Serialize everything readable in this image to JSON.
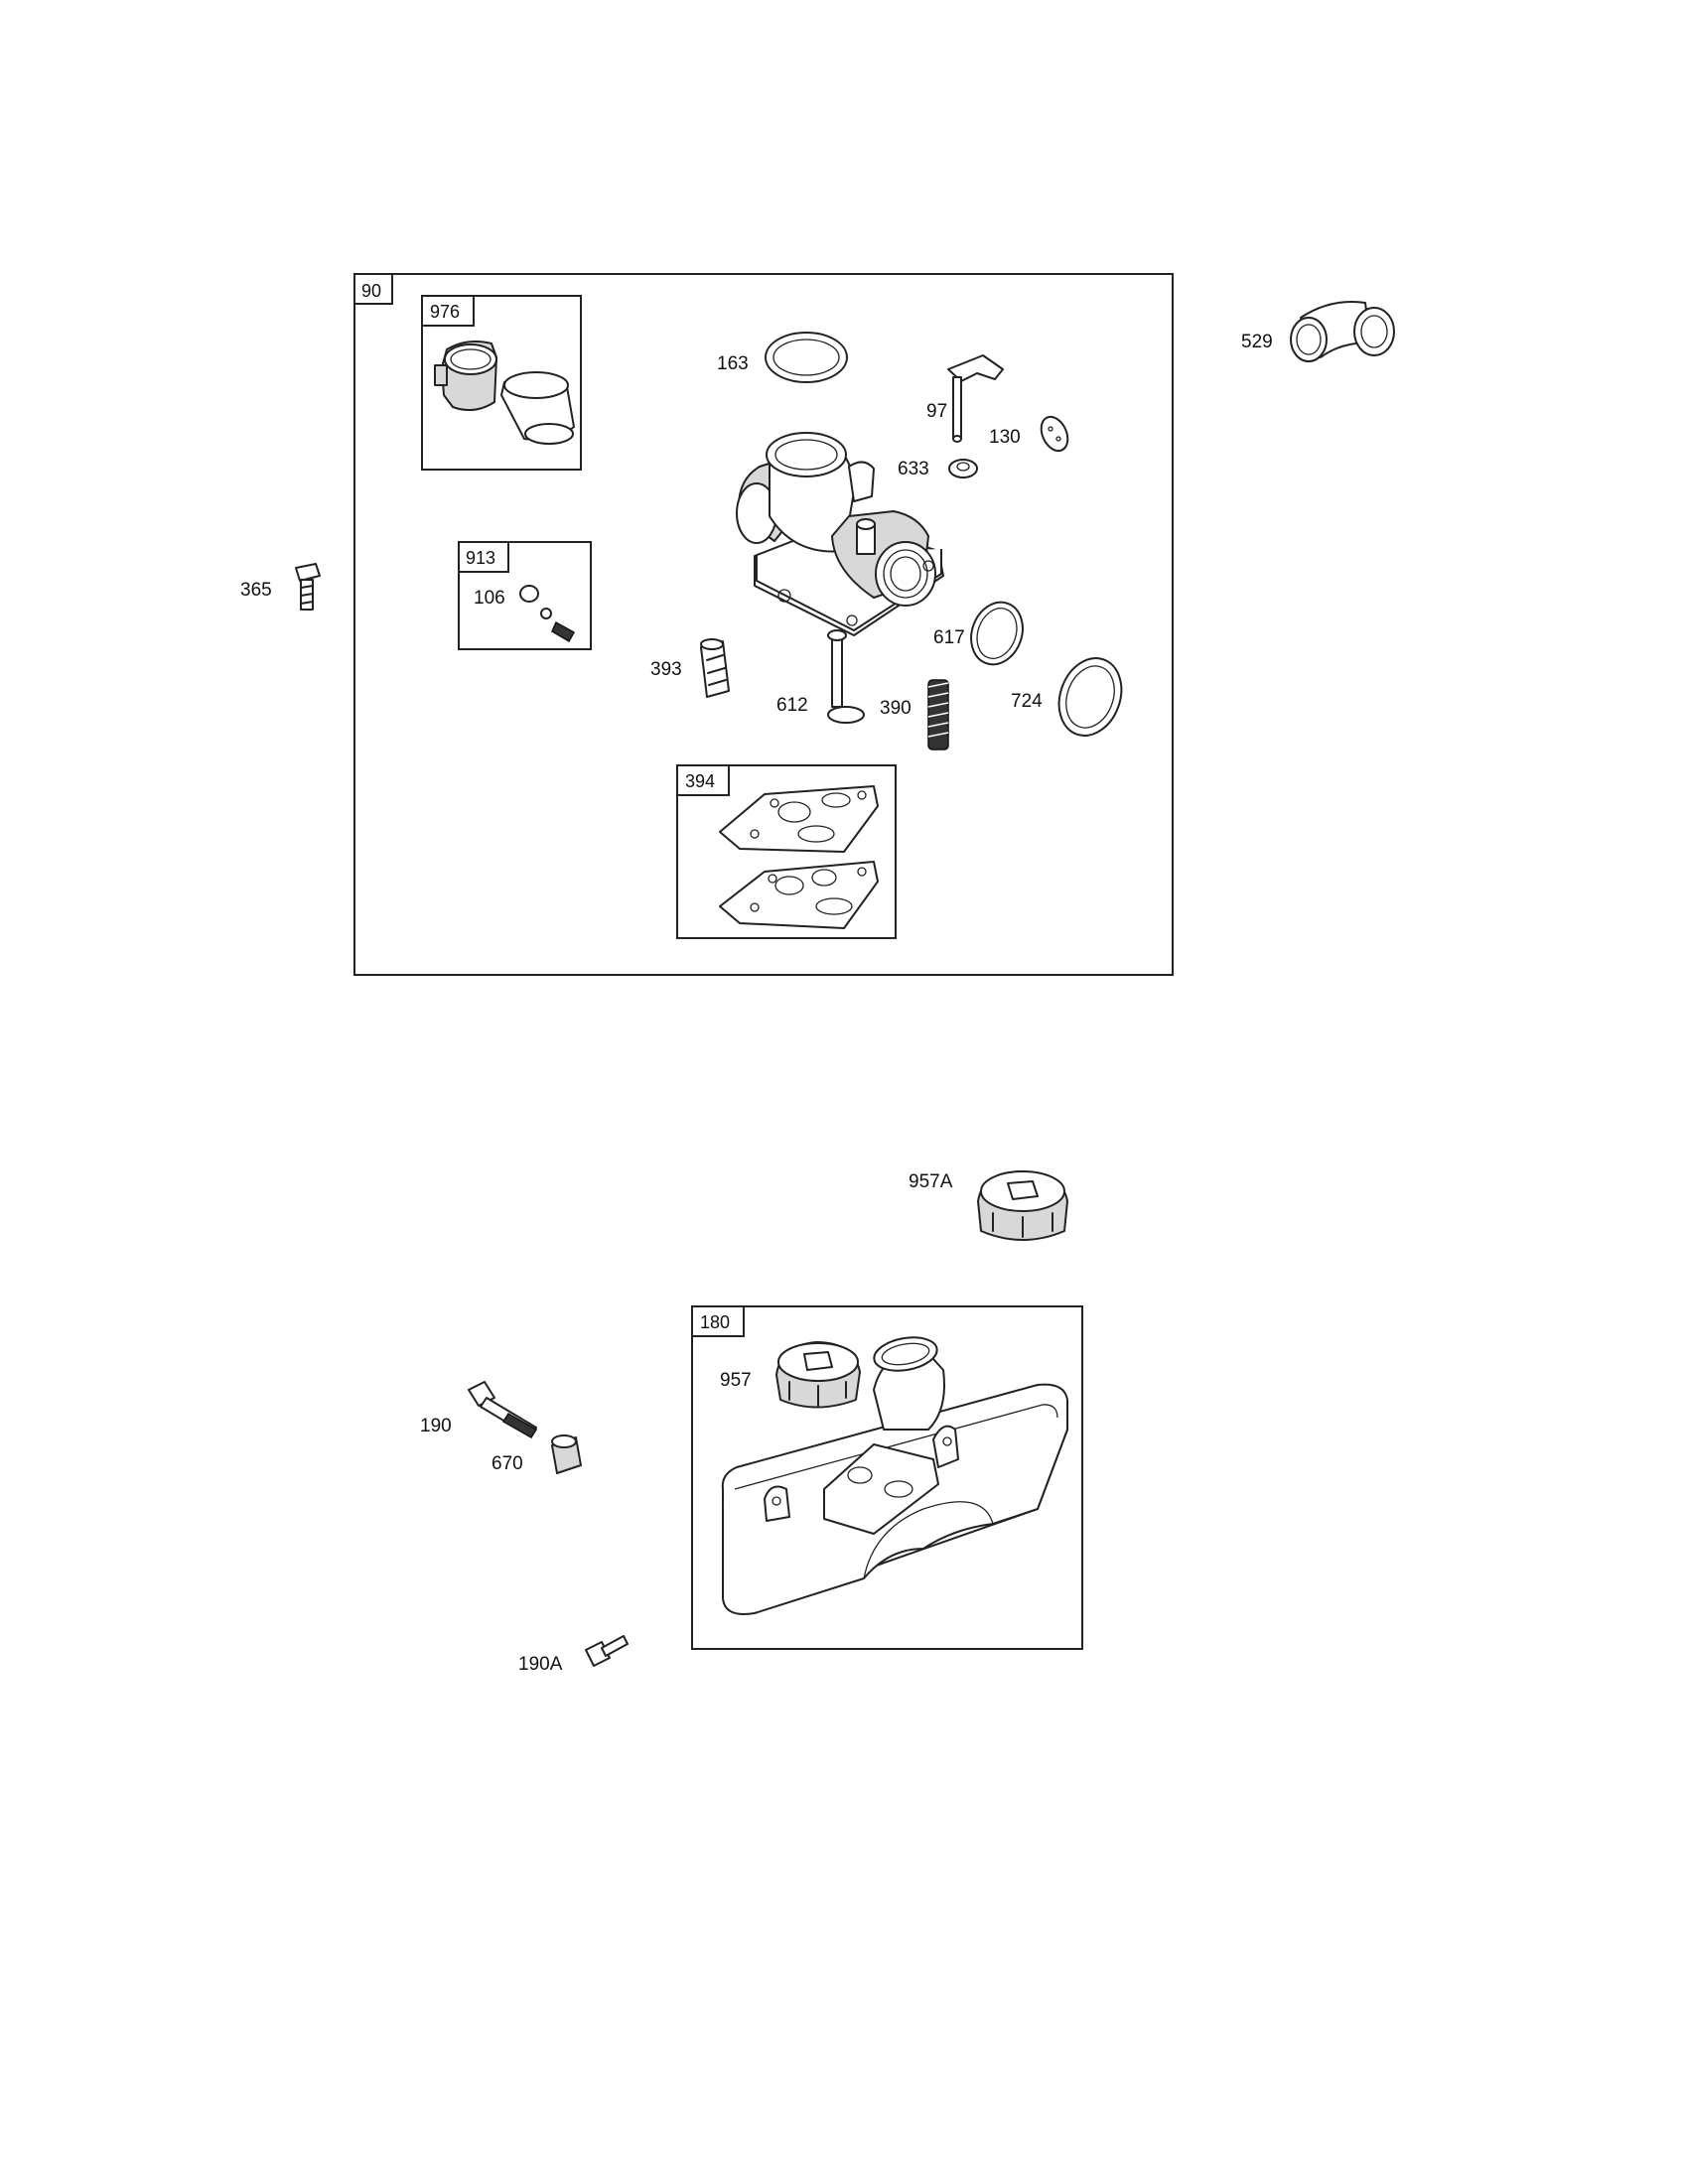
{
  "carburetor_assembly": {
    "box_label": "90",
    "subassemblies": [
      {
        "key": "air_horn_kit",
        "label": "976"
      },
      {
        "key": "needle_kit",
        "label": "913"
      },
      {
        "key": "gasket_kit",
        "label": "394"
      }
    ],
    "parts": {
      "p106": "106",
      "p163": "163",
      "p97": "97",
      "p130": "130",
      "p633": "633",
      "p617": "617",
      "p724": "724",
      "p393": "393",
      "p612": "612",
      "p390": "390"
    }
  },
  "loose_parts": {
    "p529": "529",
    "p365": "365"
  },
  "fuel_tank_assembly": {
    "box_label": "180",
    "parts": {
      "p957": "957",
      "p957A": "957A",
      "p190": "190",
      "p670": "670",
      "p190A": "190A"
    }
  },
  "icons": [
    "carburetor-body-icon",
    "air-horn-icon",
    "gasket-ring-icon",
    "elbow-hose-icon",
    "bolt-icon",
    "spring-icon",
    "fuel-tank-icon",
    "fuel-cap-icon",
    "diaphragm-gasket-icon"
  ],
  "colors": {
    "line": "#222222",
    "background": "#ffffff"
  }
}
